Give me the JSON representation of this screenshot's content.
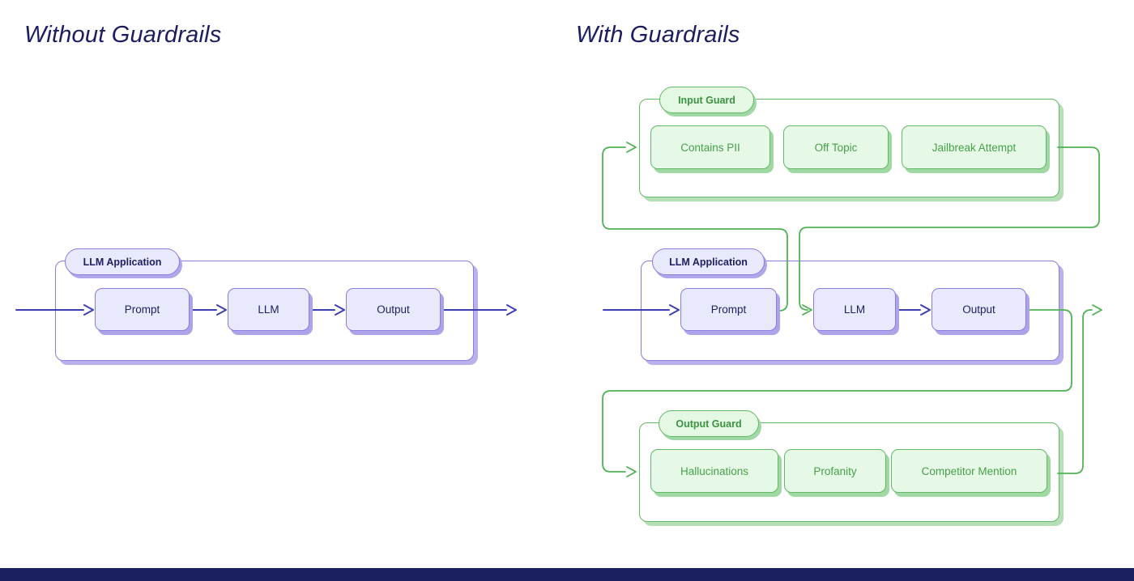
{
  "titles": {
    "left": "Without Guardrails",
    "right": "With Guardrails"
  },
  "left_diagram": {
    "container_label": "LLM Application",
    "nodes": [
      "Prompt",
      "LLM",
      "Output"
    ]
  },
  "right_diagram": {
    "input_guard": {
      "label": "Input Guard",
      "checks": [
        "Contains PII",
        "Off Topic",
        "Jailbreak Attempt"
      ]
    },
    "llm_application": {
      "label": "LLM Application",
      "nodes": [
        "Prompt",
        "LLM",
        "Output"
      ]
    },
    "output_guard": {
      "label": "Output Guard",
      "checks": [
        "Hallucinations",
        "Profanity",
        "Competitor Mention"
      ]
    }
  },
  "colors": {
    "purple_border": "#8b7ce0",
    "purple_fill": "#e9e9fc",
    "purple_arrow": "#3f3fb5",
    "green_border": "#62b966",
    "green_fill": "#e6f9e6",
    "green_line": "#50b254",
    "green_text": "#47a04b",
    "dark_text": "#1e1e62",
    "bottom_bar": "#1b2060"
  }
}
